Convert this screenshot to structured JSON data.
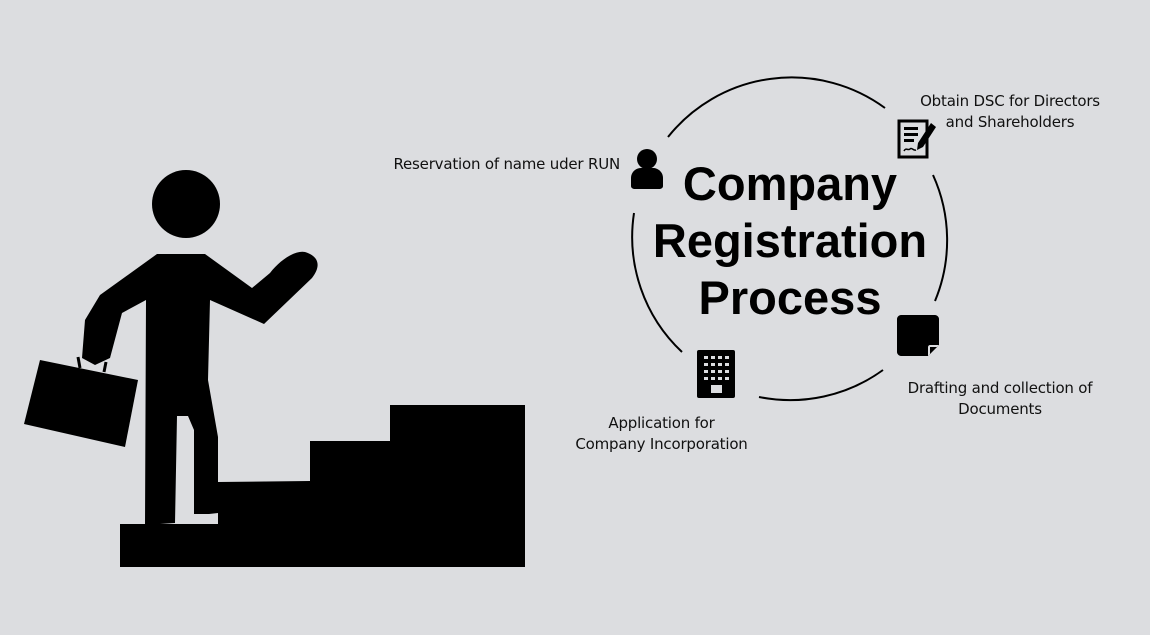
{
  "diagram": {
    "title_lines": [
      "Company",
      "Registration",
      "Process"
    ],
    "steps": [
      {
        "label_lines": [
          "Reservation of name uder RUN"
        ],
        "icon": "user-icon"
      },
      {
        "label_lines": [
          "Obtain DSC for Directors",
          "and Shareholders"
        ],
        "icon": "document-signature-icon"
      },
      {
        "label_lines": [
          "Drafting and collection of",
          "Documents"
        ],
        "icon": "sticky-note-icon"
      },
      {
        "label_lines": [
          "Application for",
          "Company Incorporation"
        ],
        "icon": "office-building-icon"
      }
    ],
    "illustration": "businessman-climbing-stairs",
    "colors": {
      "background": "#dcdde0",
      "foreground": "#000000"
    }
  }
}
